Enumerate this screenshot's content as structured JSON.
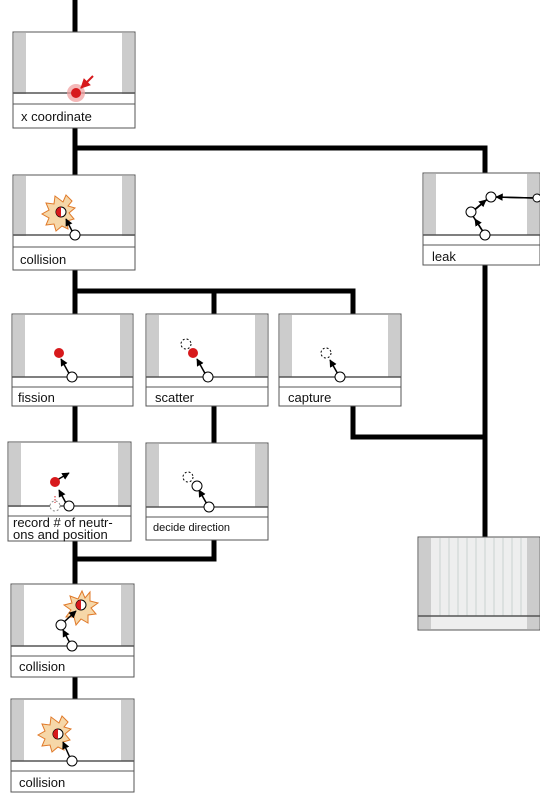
{
  "labels": {
    "x_coordinate": "x coordinate",
    "collision_1": "collision",
    "leak": "leak",
    "fission": "fission",
    "scatter": "scatter",
    "capture": "capture",
    "record_line1": "record # of neutr-",
    "record_line2": "ons and position",
    "decide_direction": "decide direction",
    "collision_2": "collision",
    "collision_3": "collision"
  },
  "colors": {
    "line": "#000000",
    "panel_border": "#555555",
    "side_strip": "#cccccc",
    "neutron_red": "#d7191c",
    "glow_red": "#f0a0a0",
    "burst_fill": "#f6d7a8",
    "burst_stroke": "#e07a2a",
    "tally_fill": "#eeeeee",
    "tally_stripe": "#c9d3d0"
  },
  "icons": {
    "arrow": "arrow-icon",
    "neutron": "neutron-icon",
    "burst": "collision-burst-icon"
  }
}
